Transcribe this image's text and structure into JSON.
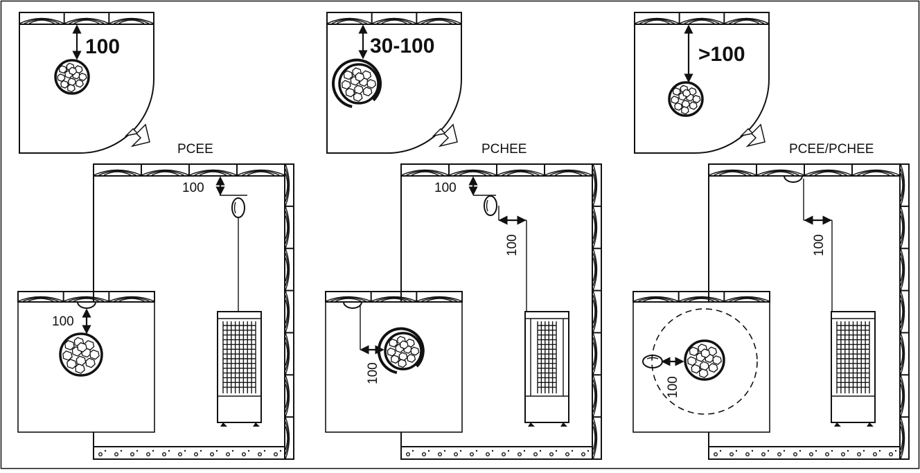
{
  "panels": [
    {
      "model_label": "PCEE",
      "top_dimension": "100",
      "sensor_ceiling_dimension": "100",
      "sensor_wall_dimension": "",
      "detail_dimension": "100"
    },
    {
      "model_label": "PCHEE",
      "top_dimension": "30-100",
      "sensor_ceiling_dimension": "100",
      "sensor_wall_dimension": "100",
      "detail_dimension": "100"
    },
    {
      "model_label": "PCEE/PCHEE",
      "top_dimension": ">100",
      "sensor_ceiling_dimension": "",
      "sensor_wall_dimension": "100",
      "detail_dimension": "100"
    }
  ],
  "colors": {
    "line": "#111111",
    "background": "#ffffff"
  },
  "icons": [
    "wood-ceiling-icon",
    "heater-stones-icon",
    "temperature-sensor-icon",
    "sauna-heater-icon",
    "gravel-floor-icon"
  ]
}
